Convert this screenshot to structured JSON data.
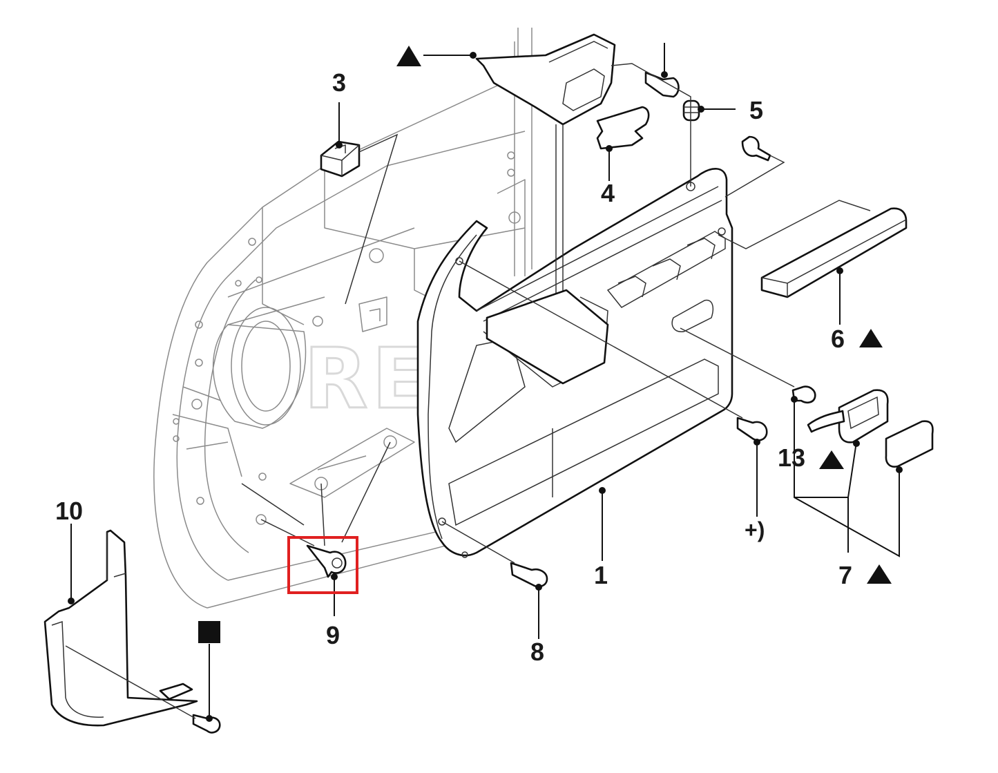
{
  "watermark": "REXKA",
  "parts": [
    {
      "id": "p1",
      "label": "1"
    },
    {
      "id": "p3",
      "label": "3"
    },
    {
      "id": "p4",
      "label": "4"
    },
    {
      "id": "p5",
      "label": "5"
    },
    {
      "id": "p6",
      "label": "6"
    },
    {
      "id": "p7",
      "label": "7"
    },
    {
      "id": "p8",
      "label": "8"
    },
    {
      "id": "p9",
      "label": "9"
    },
    {
      "id": "p10",
      "label": "10"
    },
    {
      "id": "p13",
      "label": "13"
    },
    {
      "id": "pplus",
      "label": "+)"
    }
  ],
  "symbols": {
    "triangle": "filled-triangle-marker",
    "square": "filled-square-marker"
  },
  "highlight": {
    "part": "9",
    "color": "#e02020"
  }
}
